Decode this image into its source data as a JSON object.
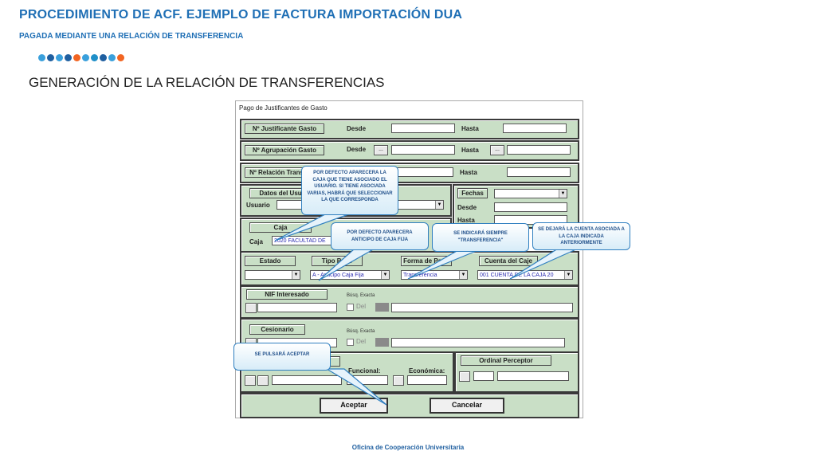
{
  "header": {
    "title": "PROCEDIMIENTO DE ACF. EJEMPLO DE FACTURA IMPORTACIÓN DUA",
    "subtitle": "PAGADA MEDIANTE UNA RELACIÓN DE TRANSFERENCIA",
    "dot_colors": [
      "#3aa0dc",
      "#1f5fa0",
      "#3aa0dc",
      "#1f5fa0",
      "#f26522",
      "#3aa0dc",
      "#1f8fc8",
      "#1f5fa0",
      "#3aa0dc",
      "#f26522"
    ]
  },
  "section_heading": "GENERACIÓN DE LA RELACIÓN DE TRANSFERENCIAS",
  "footer": "Oficina de Cooperación Universitaria",
  "dialog": {
    "title": "Pago de Justificantes de Gasto",
    "justificante": {
      "label": "Nº Justificante Gasto",
      "desde": "Desde",
      "hasta": "Hasta"
    },
    "agrupacion": {
      "label": "Nº Agrupación Gasto",
      "desde": "Desde",
      "hasta": "Hasta",
      "ellipsis": "..."
    },
    "relacion": {
      "label": "Nº Relación Trans",
      "hasta": "Hasta"
    },
    "datos_usuario": {
      "label": "Datos del Usu",
      "usuario": "Usuario"
    },
    "fechas": {
      "label": "Fechas",
      "desde": "Desde",
      "hasta": "Hasta"
    },
    "caja": {
      "label": "Caja",
      "field_label": "Caja",
      "value": "2020 FACULTAD DE"
    },
    "estado": {
      "label": "Estado",
      "value": ""
    },
    "tipo_pago": {
      "label": "Tipo Pago",
      "value": "A - Anticipo Caja Fija"
    },
    "forma_pago": {
      "label": "Forma de Pago",
      "value": "Transferencia"
    },
    "cuenta_caja": {
      "label": "Cuenta del Caje",
      "value": "001 CUENTA DE LA CAJA 20"
    },
    "nif": {
      "label": "NIF Interesado",
      "busq": "Búsq. Exacta",
      "del": "Del"
    },
    "cesionario": {
      "label": "Cesionario",
      "busq": "Búsq. Exacta",
      "del": "Del"
    },
    "aplicacion": {
      "funcional": "Funcional:",
      "economica": "Económica:"
    },
    "ordinal": {
      "label": "Ordinal Perceptor"
    },
    "aceptar": "Aceptar",
    "cancelar": "Cancelar"
  },
  "callouts": {
    "caja_defecto": "POR DEFECTO APARECERA LA CAJA QUE TIENE ASOCIADO EL USUARIO. SI TIENE ASOCIADA VARIAS, HABRÁ QUE SELECCIONAR LA QUE CORRESPONDA",
    "anticipo": "POR DEFECTO APARECERA ANTICIPO DE CAJA FIJA",
    "transferencia": "SE INDICARÁ SIEMPRE \"TRANSFERENCIA\"",
    "cuenta": "SE DEJARÁ LA CUENTA ASOCIADA A LA CAJA INDICADA ANTERIORMENTE",
    "aceptar": "SE PULSARÁ ACEPTAR"
  }
}
